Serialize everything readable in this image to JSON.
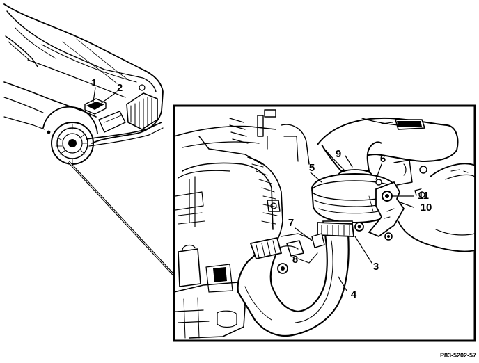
{
  "callouts": [
    {
      "id": "1",
      "label": "1"
    },
    {
      "id": "2",
      "label": "2"
    },
    {
      "id": "3",
      "label": "3"
    },
    {
      "id": "4",
      "label": "4"
    },
    {
      "id": "5",
      "label": "5"
    },
    {
      "id": "6",
      "label": "6"
    },
    {
      "id": "7",
      "label": "7"
    },
    {
      "id": "8",
      "label": "8"
    },
    {
      "id": "9",
      "label": "9"
    },
    {
      "id": "10",
      "label": "10"
    },
    {
      "id": "11",
      "label": "11"
    }
  ],
  "reference_code": "P83-5202-57"
}
